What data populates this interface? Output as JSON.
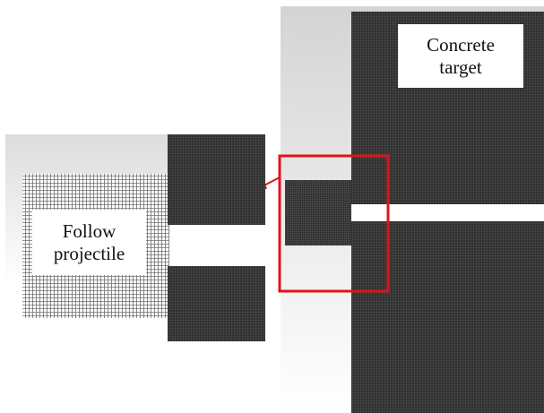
{
  "labels": {
    "concrete_target": [
      "Concrete",
      "target"
    ],
    "follow_projectile": [
      "Follow",
      "projectile"
    ]
  },
  "colors": {
    "mesh_dark": "#343434",
    "mesh_medium": "#3a3a3a",
    "mesh_light": "#8c8c8c",
    "background_gradient_start": "#d4d4d4",
    "background_gradient_end": "#ffffff",
    "highlight": "#e0141c",
    "arrow": "#e0141c"
  }
}
